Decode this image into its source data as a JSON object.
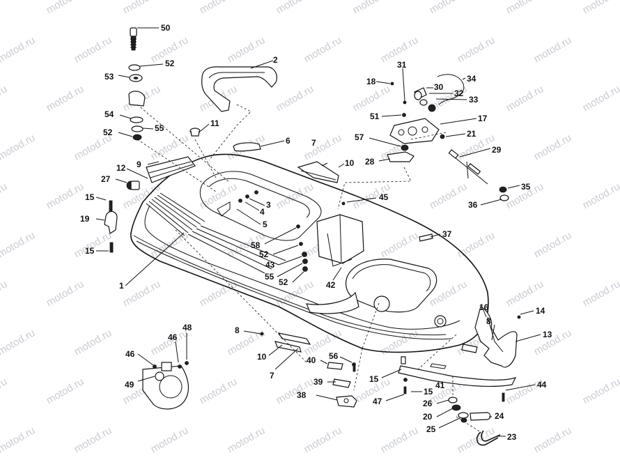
{
  "watermark": "motod.ru",
  "callouts": [
    {
      "id": "c50",
      "text": "50"
    },
    {
      "id": "c52a",
      "text": "52"
    },
    {
      "id": "c53",
      "text": "53"
    },
    {
      "id": "c2",
      "text": "2"
    },
    {
      "id": "c54",
      "text": "54"
    },
    {
      "id": "c55a",
      "text": "55"
    },
    {
      "id": "c52b",
      "text": "52"
    },
    {
      "id": "c11",
      "text": "11"
    },
    {
      "id": "c6",
      "text": "6"
    },
    {
      "id": "c9",
      "text": "9"
    },
    {
      "id": "c12",
      "text": "12"
    },
    {
      "id": "c27",
      "text": "27"
    },
    {
      "id": "c7a",
      "text": "7"
    },
    {
      "id": "c10a",
      "text": "10"
    },
    {
      "id": "c3",
      "text": "3"
    },
    {
      "id": "c4",
      "text": "4"
    },
    {
      "id": "c5",
      "text": "5"
    },
    {
      "id": "c15a",
      "text": "15"
    },
    {
      "id": "c19",
      "text": "19"
    },
    {
      "id": "c15b",
      "text": "15"
    },
    {
      "id": "c1",
      "text": "1"
    },
    {
      "id": "c58",
      "text": "58"
    },
    {
      "id": "c52c",
      "text": "52"
    },
    {
      "id": "c43",
      "text": "43"
    },
    {
      "id": "c55b",
      "text": "55"
    },
    {
      "id": "c52d",
      "text": "52"
    },
    {
      "id": "c42",
      "text": "42"
    },
    {
      "id": "c45",
      "text": "45"
    },
    {
      "id": "c18",
      "text": "18"
    },
    {
      "id": "c31",
      "text": "31"
    },
    {
      "id": "c30",
      "text": "30"
    },
    {
      "id": "c34",
      "text": "34"
    },
    {
      "id": "c32",
      "text": "32"
    },
    {
      "id": "c33",
      "text": "33"
    },
    {
      "id": "c51",
      "text": "51"
    },
    {
      "id": "c17",
      "text": "17"
    },
    {
      "id": "c21",
      "text": "21"
    },
    {
      "id": "c57",
      "text": "57"
    },
    {
      "id": "c28",
      "text": "28"
    },
    {
      "id": "c29",
      "text": "29"
    },
    {
      "id": "c35",
      "text": "35"
    },
    {
      "id": "c36",
      "text": "36"
    },
    {
      "id": "c37",
      "text": "37"
    },
    {
      "id": "c16",
      "text": "16"
    },
    {
      "id": "c14",
      "text": "14"
    },
    {
      "id": "c8a",
      "text": "8"
    },
    {
      "id": "c13",
      "text": "13"
    },
    {
      "id": "c8b",
      "text": "8"
    },
    {
      "id": "c10b",
      "text": "10"
    },
    {
      "id": "c7b",
      "text": "7"
    },
    {
      "id": "c46a",
      "text": "46"
    },
    {
      "id": "c48",
      "text": "48"
    },
    {
      "id": "c46b",
      "text": "46"
    },
    {
      "id": "c49",
      "text": "49"
    },
    {
      "id": "c40",
      "text": "40"
    },
    {
      "id": "c56",
      "text": "56"
    },
    {
      "id": "c15c",
      "text": "15"
    },
    {
      "id": "c41",
      "text": "41"
    },
    {
      "id": "c39",
      "text": "39"
    },
    {
      "id": "c15d",
      "text": "15"
    },
    {
      "id": "c47",
      "text": "47"
    },
    {
      "id": "c38",
      "text": "38"
    },
    {
      "id": "c26",
      "text": "26"
    },
    {
      "id": "c20",
      "text": "20"
    },
    {
      "id": "c24",
      "text": "24"
    },
    {
      "id": "c25",
      "text": "25"
    },
    {
      "id": "c23",
      "text": "23"
    },
    {
      "id": "c44",
      "text": "44"
    }
  ]
}
